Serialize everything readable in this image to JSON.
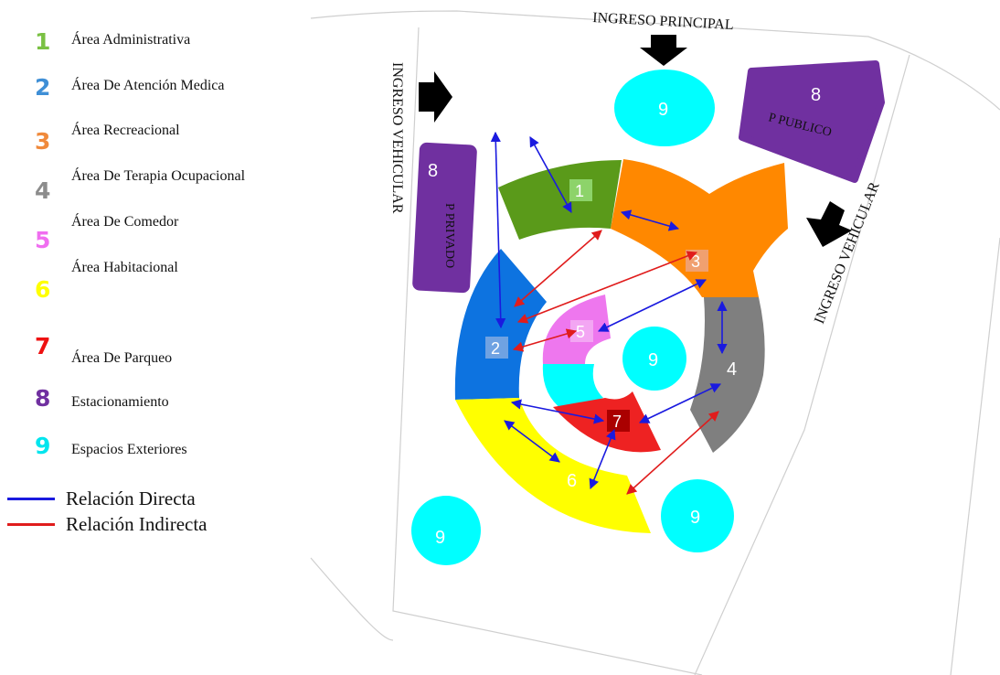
{
  "legend": {
    "items": [
      {
        "num": "1",
        "label": "Área Administrativa",
        "color": "#7ac143"
      },
      {
        "num": "2",
        "label": "Área De Atención Medica",
        "color": "#3f8fd6"
      },
      {
        "num": "3",
        "label": "Área Recreacional",
        "color": "#f08a3c"
      },
      {
        "num": "4",
        "label": "Área De Terapia Ocupacional",
        "color": "#8c8c8c"
      },
      {
        "num": "5",
        "label": "Área De Comedor",
        "color": "#f06ef0"
      },
      {
        "num": "6",
        "label": "Área Habitacional",
        "color": "#ffff00"
      },
      {
        "num": "7",
        "label": "Área De Parqueo",
        "color": "#ee1111"
      },
      {
        "num": "8",
        "label": "Estacionamiento",
        "color": "#7030a0"
      },
      {
        "num": "9",
        "label": "Espacios Exteriores",
        "color": "#00e5ee"
      }
    ],
    "relations": [
      {
        "label": "Relación Directa",
        "color": "#1a1adf"
      },
      {
        "label": "Relación Indirecta",
        "color": "#e01c1c"
      }
    ]
  },
  "plan": {
    "ingreso_principal": "INGRESO PRINCIPAL",
    "ingreso_vehicular_left": "INGRESO VEHICULAR",
    "ingreso_vehicular_right": "INGRESO VEHICULAR",
    "parking_public": {
      "num": "8",
      "label": "P PUBLICO"
    },
    "parking_private": {
      "num": "8",
      "label": "P PRIVADO"
    },
    "zones": {
      "z1": "1",
      "z2": "2",
      "z3": "3",
      "z4": "4",
      "z5": "5",
      "z6": "6",
      "z7": "7"
    },
    "exteriors": [
      "9",
      "9",
      "9",
      "9"
    ]
  },
  "colors": {
    "green": "#5a9a1a",
    "blue": "#0d73e0",
    "orange": "#ff8800",
    "gray": "#7f7f7f",
    "pink": "#ee77ee",
    "yellow": "#ffff00",
    "red": "#ee2222",
    "purple": "#7030a0",
    "cyan": "#00ffff",
    "arrow_direct": "#1a1adf",
    "arrow_indirect": "#e01c1c"
  }
}
